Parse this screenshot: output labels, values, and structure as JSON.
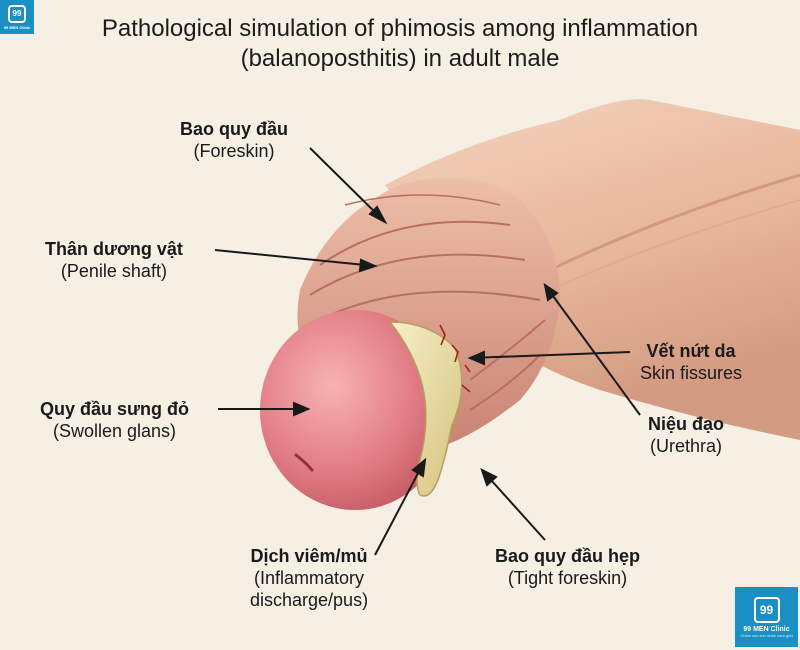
{
  "title": {
    "line1": "Pathological simulation of phimosis among inflammation",
    "line2": "(balanoposthitis) in adult male"
  },
  "labels": {
    "foreskin": {
      "vi": "Bao quy đầu",
      "en": "(Foreskin)"
    },
    "shaft": {
      "vi": "Thân dương vật",
      "en": "(Penile shaft)"
    },
    "glans": {
      "vi": "Quy đầu sưng đỏ",
      "en": "(Swollen glans)"
    },
    "discharge": {
      "vi": "Dịch viêm/mủ",
      "en1": "(Inflammatory",
      "en2": "discharge/pus)"
    },
    "tight": {
      "vi": "Bao quy đầu hẹp",
      "en": "(Tight foreskin)"
    },
    "fissures": {
      "vi": "Vết nứt da",
      "en": "Skin fissures"
    },
    "urethra": {
      "vi": "Niệu đạo",
      "en": "(Urethra)"
    }
  },
  "logo": {
    "mark": "99",
    "name": "99 MEN Clinic",
    "tagline": "Chăm sóc sức khỏe nam giới"
  },
  "colors": {
    "background": "#f5efe4",
    "logo": "#1a8fc4",
    "skin": "#e8b79c",
    "glans": "#e27d86",
    "discharge": "#ede3ad"
  }
}
